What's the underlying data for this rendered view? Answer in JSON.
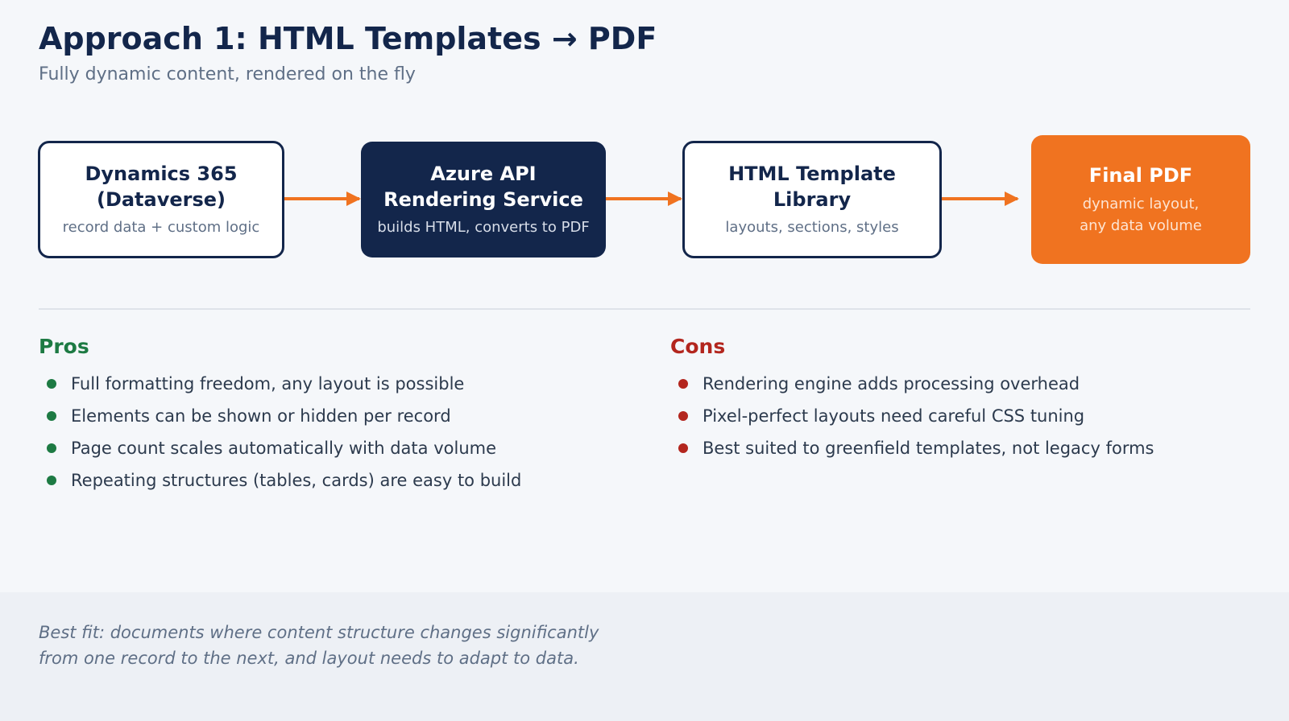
{
  "header": {
    "title": "Approach 1: HTML Templates → PDF",
    "subtitle": "Fully dynamic content, rendered on the fly"
  },
  "flow": {
    "steps": [
      {
        "title": "Dynamics 365\n(Dataverse)",
        "subtitle": "record data + custom logic"
      },
      {
        "title": "Azure API\nRendering Service",
        "subtitle": "builds HTML, converts to PDF"
      },
      {
        "title": "HTML Template\nLibrary",
        "subtitle": "layouts, sections, styles"
      },
      {
        "title": "Final PDF",
        "subtitle": "dynamic layout,\nany data volume"
      }
    ]
  },
  "pros": {
    "heading": "Pros",
    "items": [
      "Full formatting freedom, any layout is possible",
      "Elements can be shown or hidden per record",
      "Page count scales automatically with data volume",
      "Repeating structures (tables, cards) are easy to build"
    ]
  },
  "cons": {
    "heading": "Cons",
    "items": [
      "Rendering engine adds processing overhead",
      "Pixel-perfect layouts need careful CSS tuning",
      "Best suited to greenfield templates, not legacy forms"
    ]
  },
  "footer": {
    "note": "Best fit: documents where content structure changes significantly\nfrom one record to the next, and layout needs to adapt to data."
  },
  "colors": {
    "navy": "#13264b",
    "orange": "#f07320",
    "pros_green": "#1d7a43",
    "cons_red": "#b3261e"
  }
}
